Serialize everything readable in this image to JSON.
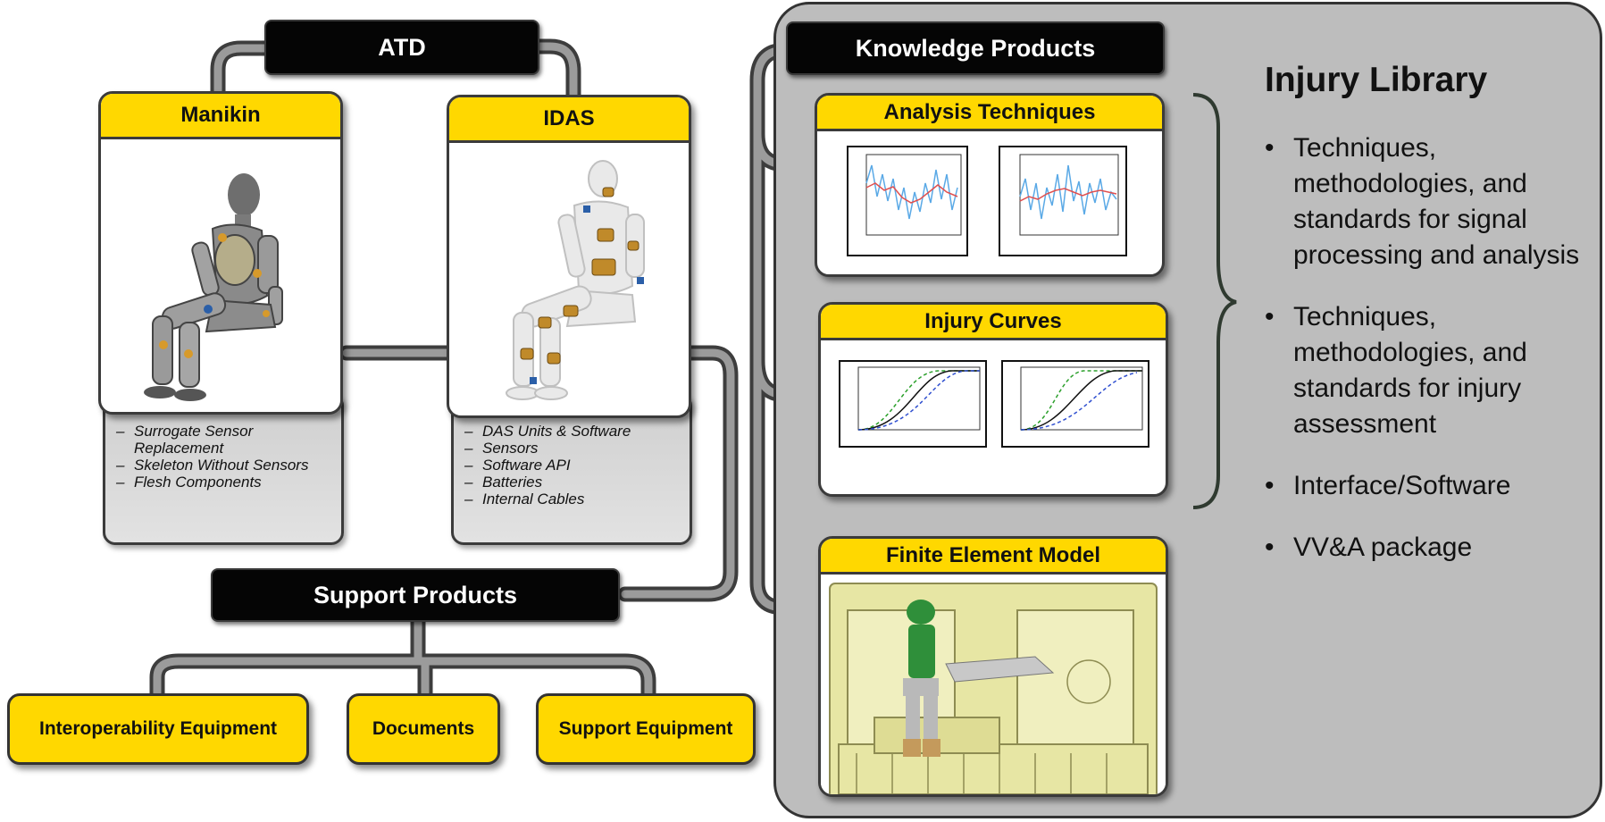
{
  "atd": {
    "title": "ATD",
    "manikin": {
      "title": "Manikin",
      "items": [
        "Surrogate Sensor Replacement",
        "Skeleton Without Sensors",
        "Flesh Components"
      ]
    },
    "idas": {
      "title": "IDAS",
      "items": [
        "DAS Units & Software",
        "Sensors",
        "Software API",
        "Batteries",
        "Internal Cables"
      ]
    }
  },
  "support": {
    "title": "Support Products",
    "items": [
      "Interoperability  Equipment",
      "Documents",
      "Support Equipment"
    ]
  },
  "knowledge": {
    "title": "Knowledge Products",
    "analysis_title": "Analysis  Techniques",
    "injury_title": "Injury Curves",
    "fem_title": "Finite Element Model"
  },
  "library": {
    "title": "Injury Library",
    "bullets": [
      "Techniques, methodologies, and standards for signal processing and analysis",
      "Techniques, methodologies, and standards for injury assessment",
      "Interface/Software",
      "VV&A package"
    ]
  },
  "colors": {
    "accent": "#ffd800",
    "panel": "#bdbdbd",
    "header": "#050505",
    "connector": "#5b5b5b"
  }
}
